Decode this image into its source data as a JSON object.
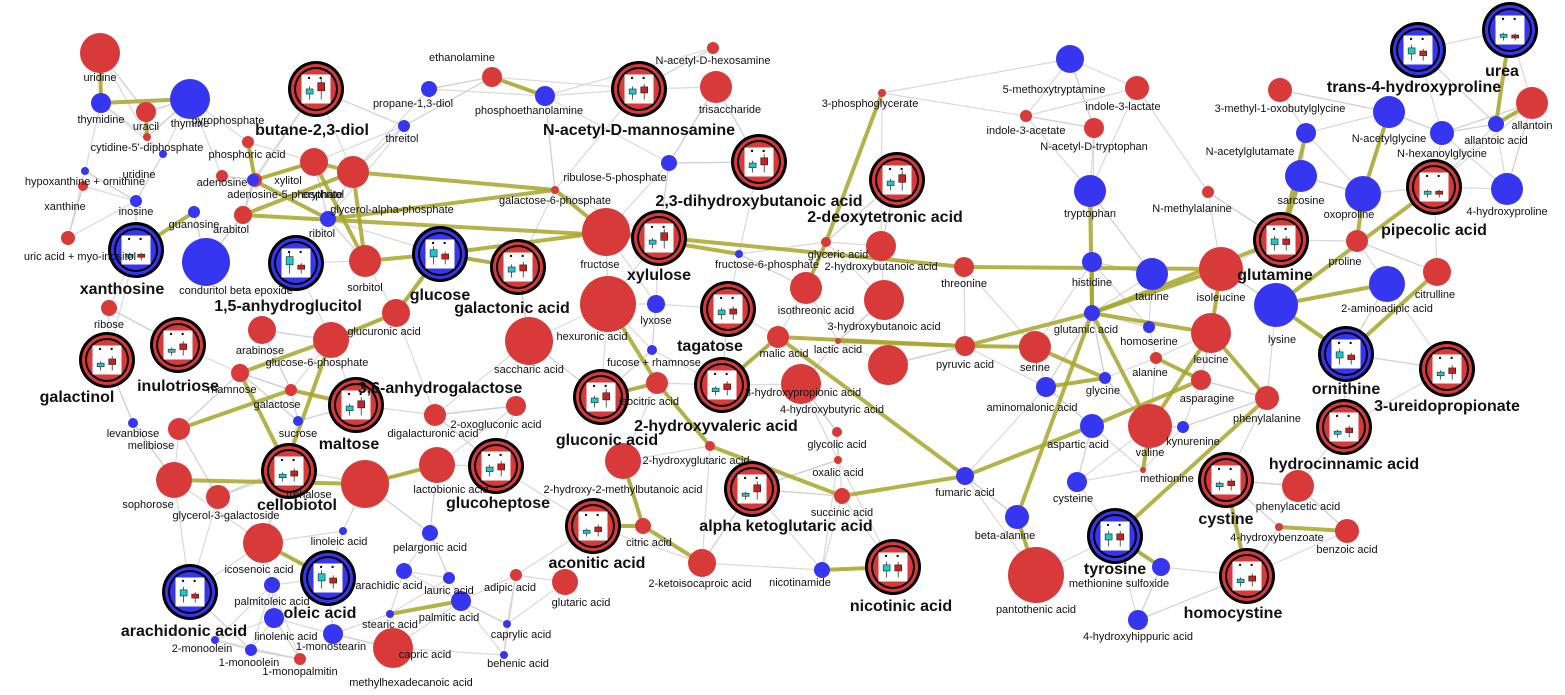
{
  "colors": {
    "up": "#d83a3a",
    "down": "#3636f0",
    "edge_strong": "#a8a42a",
    "edge_weak": "#cfcfcf",
    "box_low": "#1fc8c8",
    "box_high": "#cc1f1f"
  },
  "nodes": [
    {
      "id": "uridine",
      "label": "uridine",
      "color": "red"
    },
    {
      "id": "thymidine",
      "label": "thymidine",
      "color": "blue"
    },
    {
      "id": "thymine",
      "label": "thymine",
      "color": "blue"
    },
    {
      "id": "uracil",
      "label": "uracil",
      "color": "red"
    },
    {
      "id": "cytidine-5-diphosphate",
      "label": "cytidine-5'-diphosphate",
      "color": "red"
    },
    {
      "id": "uridine-2",
      "label": "uridine",
      "color": "blue"
    },
    {
      "id": "hypoxanthine-ornithine",
      "label": "hypoxanthine + ornithine",
      "color": "blue"
    },
    {
      "id": "xanthine",
      "label": "xanthine",
      "color": "red"
    },
    {
      "id": "inosine",
      "label": "inosine",
      "color": "blue"
    },
    {
      "id": "adenosine",
      "label": "adenosine",
      "color": "red"
    },
    {
      "id": "guanosine",
      "label": "guanosine",
      "color": "blue"
    },
    {
      "id": "uric-acid-myo-inositol",
      "label": "uric acid + myo-inositol",
      "color": "red"
    },
    {
      "id": "pyrophosphate",
      "label": "pyrophosphate",
      "color": "red"
    },
    {
      "id": "phosphoric-acid",
      "label": "phosphoric acid",
      "color": "red"
    },
    {
      "id": "adenosine-5-phosphate",
      "label": "adenosine-5-phosphate",
      "color": "blue"
    },
    {
      "id": "xylitol",
      "label": "xylitol",
      "color": "red"
    },
    {
      "id": "erythritol",
      "label": "erythritol",
      "color": "red"
    },
    {
      "id": "arabitol",
      "label": "arabitol",
      "color": "red"
    },
    {
      "id": "ribitol",
      "label": "ribitol",
      "color": "blue"
    },
    {
      "id": "threitol",
      "label": "threitol",
      "color": "blue"
    },
    {
      "id": "propane-1-3-diol",
      "label": "propane-1,3-diol",
      "color": "blue"
    },
    {
      "id": "ethanolamine",
      "label": "ethanolamine",
      "color": "red"
    },
    {
      "id": "phosphoethanolamine",
      "label": "phosphoethanolamine",
      "color": "blue"
    },
    {
      "id": "n-acetyl-d-hexosamine",
      "label": "N-acetyl-D-hexosamine",
      "color": "red"
    },
    {
      "id": "trisaccharide",
      "label": "trisaccharide",
      "color": "red"
    },
    {
      "id": "3-phosphoglycerate",
      "label": "3-phosphoglycerate",
      "color": "red"
    },
    {
      "id": "glycerol-alpha-phosphate",
      "label": "glycerol-alpha-phosphate",
      "color": "blue"
    },
    {
      "id": "ribulose-5-phosphate",
      "label": "ribulose-5-phosphate",
      "color": "blue"
    },
    {
      "id": "galactose-6-phosphate",
      "label": "galactose-6-phosphate",
      "color": "red"
    },
    {
      "id": "fructose",
      "label": "fructose",
      "color": "red"
    },
    {
      "id": "fructose-6-phosphate",
      "label": "fructose-6-phosphate",
      "color": "blue"
    },
    {
      "id": "conduritol-beta-epoxide",
      "label": "conduritol beta epoxide",
      "color": "blue"
    },
    {
      "id": "sorbitol",
      "label": "sorbitol",
      "color": "red"
    },
    {
      "id": "ribose",
      "label": "ribose",
      "color": "red"
    },
    {
      "id": "arabinose",
      "label": "arabinose",
      "color": "red"
    },
    {
      "id": "glucuronic-acid",
      "label": "glucuronic acid",
      "color": "red"
    },
    {
      "id": "glucose-6-phosphate",
      "label": "glucose-6-phosphate",
      "color": "red"
    },
    {
      "id": "rhamnose",
      "label": "rhamnose",
      "color": "red"
    },
    {
      "id": "galactose",
      "label": "galactose",
      "color": "red"
    },
    {
      "id": "levanbiose",
      "label": "levanbiose",
      "color": "blue"
    },
    {
      "id": "melibiose",
      "label": "melibiose",
      "color": "red"
    },
    {
      "id": "sucrose",
      "label": "sucrose",
      "color": "blue"
    },
    {
      "id": "digalacturonic-acid",
      "label": "digalacturonic acid",
      "color": "red"
    },
    {
      "id": "sophorose",
      "label": "sophorose",
      "color": "red"
    },
    {
      "id": "glycerol-3-galactoside",
      "label": "glycerol-3-galactoside",
      "color": "red"
    },
    {
      "id": "trehalose",
      "label": "trehalose",
      "color": "red"
    },
    {
      "id": "lactobionic-acid",
      "label": "lactobionic acid",
      "color": "red"
    },
    {
      "id": "hexuronic-acid",
      "label": "hexuronic acid",
      "color": "red"
    },
    {
      "id": "lyxose",
      "label": "lyxose",
      "color": "blue"
    },
    {
      "id": "saccharic-acid",
      "label": "saccharic acid",
      "color": "red"
    },
    {
      "id": "fucose-rhamnose",
      "label": "fucose + rhamnose",
      "color": "blue"
    },
    {
      "id": "2-oxogluconic-acid",
      "label": "2-oxogluconic acid",
      "color": "red"
    },
    {
      "id": "isocitric-acid",
      "label": "isocitric acid",
      "color": "red"
    },
    {
      "id": "isothreonic-acid",
      "label": "isothreonic acid",
      "color": "red"
    },
    {
      "id": "malic-acid",
      "label": "malic acid",
      "color": "red"
    },
    {
      "id": "lactic-acid",
      "label": "lactic acid",
      "color": "red"
    },
    {
      "id": "glyceric-acid",
      "label": "glyceric acid",
      "color": "red"
    },
    {
      "id": "2-hydroxybutanoic-acid",
      "label": "2-hydroxybutanoic acid",
      "color": "red"
    },
    {
      "id": "3-hydroxybutanoic-acid",
      "label": "3-hydroxybutanoic acid",
      "color": "red"
    },
    {
      "id": "3-hydroxypropionic-acid",
      "label": "3-hydroxypropionic acid",
      "color": "red"
    },
    {
      "id": "4-hydroxybutyric-acid",
      "label": "4-hydroxybutyric acid",
      "color": "red"
    },
    {
      "id": "2-hydroxyglutaric-acid",
      "label": "2-hydroxyglutaric acid",
      "color": "red"
    },
    {
      "id": "glycolic-acid",
      "label": "glycolic acid",
      "color": "red"
    },
    {
      "id": "oxalic-acid",
      "label": "oxalic acid",
      "color": "red"
    },
    {
      "id": "2-hydroxy-2-methylbutanoic-acid",
      "label": "2-hydroxy-2-methylbutanoic acid",
      "color": "red"
    },
    {
      "id": "succinic-acid",
      "label": "succinic acid",
      "color": "red"
    },
    {
      "id": "citric-acid",
      "label": "citric acid",
      "color": "red"
    },
    {
      "id": "2-ketoisocaproic-acid",
      "label": "2-ketoisocaproic acid",
      "color": "red"
    },
    {
      "id": "threonine",
      "label": "threonine",
      "color": "red"
    },
    {
      "id": "pyruvic-acid",
      "label": "pyruvic acid",
      "color": "red"
    },
    {
      "id": "fumaric-acid",
      "label": "fumaric acid",
      "color": "blue"
    },
    {
      "id": "nicotinamide",
      "label": "nicotinamide",
      "color": "blue"
    },
    {
      "id": "5-methoxytryptamine",
      "label": "5-methoxytryptamine",
      "color": "blue"
    },
    {
      "id": "indole-3-lactate",
      "label": "indole-3-lactate",
      "color": "red"
    },
    {
      "id": "indole-3-acetate",
      "label": "indole-3-acetate",
      "color": "red"
    },
    {
      "id": "n-acetyl-d-tryptophan",
      "label": "N-acetyl-D-tryptophan",
      "color": "red"
    },
    {
      "id": "tryptophan",
      "label": "tryptophan",
      "color": "blue"
    },
    {
      "id": "n-methylalanine",
      "label": "N-methylalanine",
      "color": "red"
    },
    {
      "id": "histidine",
      "label": "histidine",
      "color": "blue"
    },
    {
      "id": "taurine",
      "label": "taurine",
      "color": "blue"
    },
    {
      "id": "isoleucine",
      "label": "isoleucine",
      "color": "red"
    },
    {
      "id": "glutamic-acid",
      "label": "glutamic acid",
      "color": "blue"
    },
    {
      "id": "homoserine",
      "label": "homoserine",
      "color": "blue"
    },
    {
      "id": "leucine",
      "label": "leucine",
      "color": "red"
    },
    {
      "id": "serine",
      "label": "serine",
      "color": "red"
    },
    {
      "id": "alanine",
      "label": "alanine",
      "color": "red"
    },
    {
      "id": "aminomalonic-acid",
      "label": "aminomalonic acid",
      "color": "blue"
    },
    {
      "id": "glycine",
      "label": "glycine",
      "color": "blue"
    },
    {
      "id": "asparagine",
      "label": "asparagine",
      "color": "red"
    },
    {
      "id": "aspartic-acid",
      "label": "aspartic acid",
      "color": "blue"
    },
    {
      "id": "valine",
      "label": "valine",
      "color": "red"
    },
    {
      "id": "kynurenine",
      "label": "kynurenine",
      "color": "blue"
    },
    {
      "id": "methionine",
      "label": "methionine",
      "color": "red"
    },
    {
      "id": "cysteine",
      "label": "cysteine",
      "color": "blue"
    },
    {
      "id": "beta-alanine",
      "label": "beta-alanine",
      "color": "blue"
    },
    {
      "id": "pantothenic-acid",
      "label": "pantothenic acid",
      "color": "red"
    },
    {
      "id": "methionine-sulfoxide",
      "label": "methionine sulfoxide",
      "color": "blue"
    },
    {
      "id": "4-hydroxyhippuric-acid",
      "label": "4-hydroxyhippuric acid",
      "color": "blue"
    },
    {
      "id": "phenylalanine",
      "label": "phenylalanine",
      "color": "red"
    },
    {
      "id": "lysine",
      "label": "lysine",
      "color": "blue"
    },
    {
      "id": "2-aminoadipic-acid",
      "label": "2-aminoadipic acid",
      "color": "blue"
    },
    {
      "id": "citrulline",
      "label": "citrulline",
      "color": "red"
    },
    {
      "id": "proline",
      "label": "proline",
      "color": "red"
    },
    {
      "id": "sarcosine",
      "label": "sarcosine",
      "color": "blue"
    },
    {
      "id": "oxoproline",
      "label": "oxoproline",
      "color": "blue"
    },
    {
      "id": "4-hydroxyproline",
      "label": "4-hydroxyproline",
      "color": "blue"
    },
    {
      "id": "n-acetylglutamate",
      "label": "N-acetylglutamate",
      "color": "blue"
    },
    {
      "id": "n-acetylglycine",
      "label": "N-acetylglycine",
      "color": "blue"
    },
    {
      "id": "n-hexanoylglycine",
      "label": "N-hexanoylglycine",
      "color": "blue"
    },
    {
      "id": "allantoic-acid",
      "label": "allantoic acid",
      "color": "blue"
    },
    {
      "id": "allantoin",
      "label": "allantoin",
      "color": "red"
    },
    {
      "id": "3-methyl-1-oxobutylglycine",
      "label": "3-methyl-1-oxobutylglycine",
      "color": "red"
    },
    {
      "id": "phenylacetic-acid",
      "label": "phenylacetic acid",
      "color": "red"
    },
    {
      "id": "4-hydroxybenzoate",
      "label": "4-hydroxybenzoate",
      "color": "red"
    },
    {
      "id": "benzoic-acid",
      "label": "benzoic acid",
      "color": "red"
    },
    {
      "id": "linoleic-acid",
      "label": "linoleic acid",
      "color": "blue"
    },
    {
      "id": "icosenoic-acid",
      "label": "icosenoic acid",
      "color": "red"
    },
    {
      "id": "pelargonic-acid",
      "label": "pelargonic acid",
      "color": "blue"
    },
    {
      "id": "arachidic-acid",
      "label": "arachidic acid",
      "color": "blue"
    },
    {
      "id": "lauric-acid",
      "label": "lauric acid",
      "color": "blue"
    },
    {
      "id": "adipic-acid",
      "label": "adipic acid",
      "color": "red"
    },
    {
      "id": "glutaric-acid",
      "label": "glutaric acid",
      "color": "red"
    },
    {
      "id": "palmitoleic-acid",
      "label": "palmitoleic acid",
      "color": "blue"
    },
    {
      "id": "palmitic-acid",
      "label": "palmitic acid",
      "color": "blue"
    },
    {
      "id": "stearic-acid",
      "label": "stearic acid",
      "color": "blue"
    },
    {
      "id": "caprylic-acid",
      "label": "caprylic acid",
      "color": "blue"
    },
    {
      "id": "linolenic-acid",
      "label": "linolenic acid",
      "color": "blue"
    },
    {
      "id": "1-monostearin",
      "label": "1-monostearin",
      "color": "blue"
    },
    {
      "id": "2-monoolein",
      "label": "2-monoolein",
      "color": "blue"
    },
    {
      "id": "1-monoolein",
      "label": "1-monoolein",
      "color": "blue"
    },
    {
      "id": "capric-acid",
      "label": "capric acid",
      "color": "red"
    },
    {
      "id": "behenic-acid",
      "label": "behenic acid",
      "color": "blue"
    },
    {
      "id": "1-monopalmitin",
      "label": "1-monopalmitin",
      "color": "red"
    },
    {
      "id": "methylhexadecanoic-acid",
      "label": "methylhexadecanoic acid",
      "color": "red"
    }
  ],
  "hubs": [
    {
      "id": "butane-2-3-diol",
      "label": "butane-2,3-diol",
      "ring": "red",
      "trend": [
        0.5,
        0.8
      ]
    },
    {
      "id": "n-acetyl-d-mannosamine",
      "label": "N-acetyl-D-mannosamine",
      "ring": "red",
      "trend": [
        0.5,
        0.6
      ]
    },
    {
      "id": "2-3-dihydroxybutanoic-acid",
      "label": "2,3-dihydroxybutanoic acid",
      "ring": "red",
      "trend": [
        0.45,
        0.7
      ]
    },
    {
      "id": "2-deoxytetronic-acid",
      "label": "2-deoxytetronic acid",
      "ring": "red",
      "trend": [
        0.45,
        0.75
      ]
    },
    {
      "id": "xanthosine",
      "label": "xanthosine",
      "ring": "blue",
      "trend": [
        0.3,
        0.3
      ]
    },
    {
      "id": "1-5-anhydroglucitol",
      "label": "1,5-anhydroglucitol",
      "ring": "blue",
      "trend": [
        0.8,
        0.4
      ]
    },
    {
      "id": "glucose",
      "label": "glucose",
      "ring": "blue",
      "trend": [
        0.7,
        0.5
      ]
    },
    {
      "id": "galactonic-acid",
      "label": "galactonic acid",
      "ring": "red",
      "trend": [
        0.5,
        0.6
      ]
    },
    {
      "id": "xylulose",
      "label": "xylulose",
      "ring": "red",
      "trend": [
        0.4,
        0.75
      ]
    },
    {
      "id": "tagatose",
      "label": "tagatose",
      "ring": "red",
      "trend": [
        0.45,
        0.5
      ]
    },
    {
      "id": "galactinol",
      "label": "galactinol",
      "ring": "red",
      "trend": [
        0.35,
        0.55
      ]
    },
    {
      "id": "inulotriose",
      "label": "inulotriose",
      "ring": "red",
      "trend": [
        0.3,
        0.55
      ]
    },
    {
      "id": "3-6-anhydrogalactose",
      "label": "3,6-anhydrogalactose",
      "ring": "red",
      "trend": [
        0.45,
        0.7
      ]
    },
    {
      "id": "maltose",
      "label": "maltose",
      "ring": "red",
      "trend": [
        0.35,
        0.5
      ]
    },
    {
      "id": "cellobiotol",
      "label": "cellobiotol",
      "ring": "red",
      "trend": [
        0.3,
        0.4
      ]
    },
    {
      "id": "gluconic-acid",
      "label": "gluconic acid",
      "ring": "red",
      "trend": [
        0.45,
        0.7
      ]
    },
    {
      "id": "2-hydroxyvaleric-acid",
      "label": "2-hydroxyvaleric acid",
      "ring": "red",
      "trend": [
        0.35,
        0.55
      ]
    },
    {
      "id": "glucoheptose",
      "label": "glucoheptose",
      "ring": "red",
      "trend": [
        0.45,
        0.6
      ]
    },
    {
      "id": "alpha-ketoglutaric-acid",
      "label": "alpha ketoglutaric acid",
      "ring": "red",
      "trend": [
        0.3,
        0.7
      ]
    },
    {
      "id": "aconitic-acid",
      "label": "aconitic acid",
      "ring": "red",
      "trend": [
        0.3,
        0.45
      ]
    },
    {
      "id": "nicotinic-acid",
      "label": "nicotinic acid",
      "ring": "red",
      "trend": [
        0.6,
        0.6
      ]
    },
    {
      "id": "arachidonic-acid",
      "label": "arachidonic acid",
      "ring": "blue",
      "trend": [
        0.6,
        0.4
      ]
    },
    {
      "id": "oleic-acid",
      "label": "oleic acid",
      "ring": "blue",
      "trend": [
        0.7,
        0.5
      ]
    },
    {
      "id": "trans-4-hydroxyproline",
      "label": "trans-4-hydroxyproline",
      "ring": "blue",
      "trend": [
        0.6,
        0.45
      ]
    },
    {
      "id": "urea",
      "label": "urea",
      "ring": "blue",
      "trend": [
        0.3,
        0.25
      ]
    },
    {
      "id": "pipecolic-acid",
      "label": "pipecolic acid",
      "ring": "red",
      "trend": [
        0.3,
        0.3
      ]
    },
    {
      "id": "glutamine",
      "label": "glutamine",
      "ring": "red",
      "trend": [
        0.55,
        0.55
      ]
    },
    {
      "id": "ornithine",
      "label": "ornithine",
      "ring": "blue",
      "trend": [
        0.6,
        0.45
      ]
    },
    {
      "id": "3-ureidopropionate",
      "label": "3-ureidopropionate",
      "ring": "red",
      "trend": [
        0.35,
        0.55
      ]
    },
    {
      "id": "hydrocinnamic-acid",
      "label": "hydrocinnamic acid",
      "ring": "red",
      "trend": [
        0.3,
        0.45
      ]
    },
    {
      "id": "cystine",
      "label": "cystine",
      "ring": "red",
      "trend": [
        0.35,
        0.45
      ]
    },
    {
      "id": "tyrosine",
      "label": "tyrosine",
      "ring": "blue",
      "trend": [
        0.6,
        0.6
      ]
    },
    {
      "id": "homocystine",
      "label": "homocystine",
      "ring": "red",
      "trend": [
        0.35,
        0.5
      ]
    }
  ]
}
